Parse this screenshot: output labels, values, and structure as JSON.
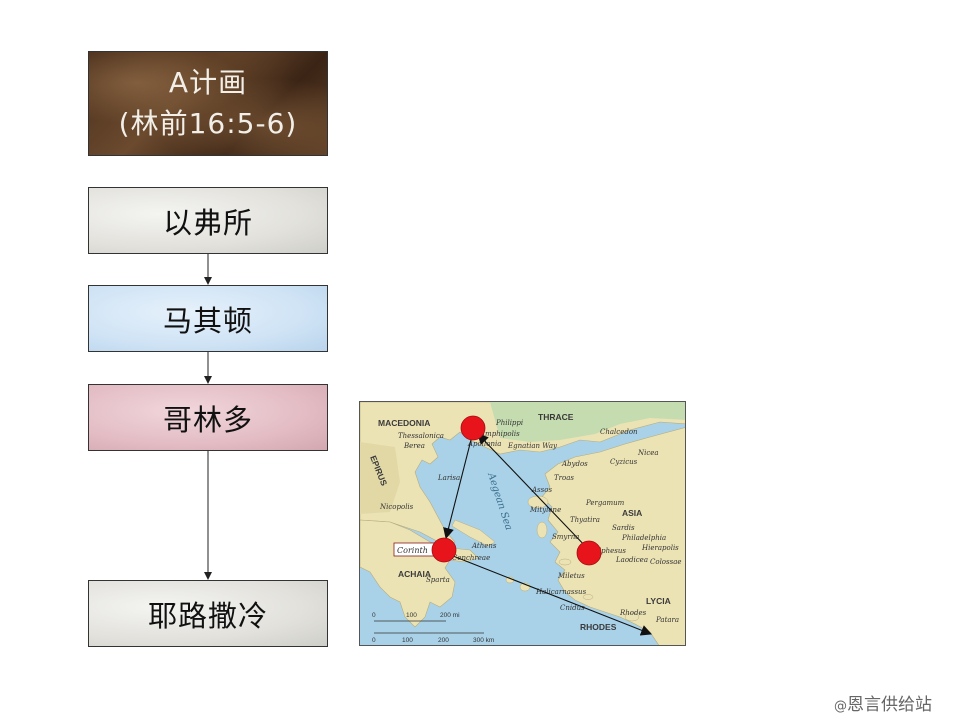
{
  "title_box": {
    "line1": "A计画",
    "line2": "(林前16:5-6)"
  },
  "flow": [
    {
      "label": "以弗所"
    },
    {
      "label": "马其顿"
    },
    {
      "label": "哥林多"
    },
    {
      "label": "耶路撒冷"
    }
  ],
  "map": {
    "regions": [
      "MACEDONIA",
      "THRACE",
      "EPIRUS",
      "ACHAIA",
      "ASIA",
      "LYCIA",
      "RHODES"
    ],
    "places": [
      "Philippi",
      "Amphipolis",
      "Thessalonica",
      "Berea",
      "Apollonia",
      "Egnatian Way",
      "Chalcedon",
      "Cyzicus",
      "Nicea",
      "Abydos",
      "Troas",
      "Assos",
      "Mitylene",
      "Pergamum",
      "Thyatira",
      "Sardis",
      "Philadelphia",
      "Hierapolis",
      "Laodicea",
      "Colossae",
      "Smyrna",
      "Ephesus",
      "Miletus",
      "Halicarnassus",
      "Cnidus",
      "Rhodes",
      "Patara",
      "Larisa",
      "Nicopolis",
      "Corinth",
      "Athens",
      "Cenchreae",
      "Sparta"
    ],
    "sea_label": "Aegean Sea",
    "scale_mi": [
      "0",
      "100",
      "200 mi"
    ],
    "scale_km": [
      "0",
      "100",
      "200",
      "300 km"
    ],
    "colors": {
      "sea": "#a9d2e8",
      "land": "#ece3b5",
      "marker": "#e8141b"
    }
  },
  "watermark": {
    "at": "@",
    "text": "恩言供给站"
  }
}
